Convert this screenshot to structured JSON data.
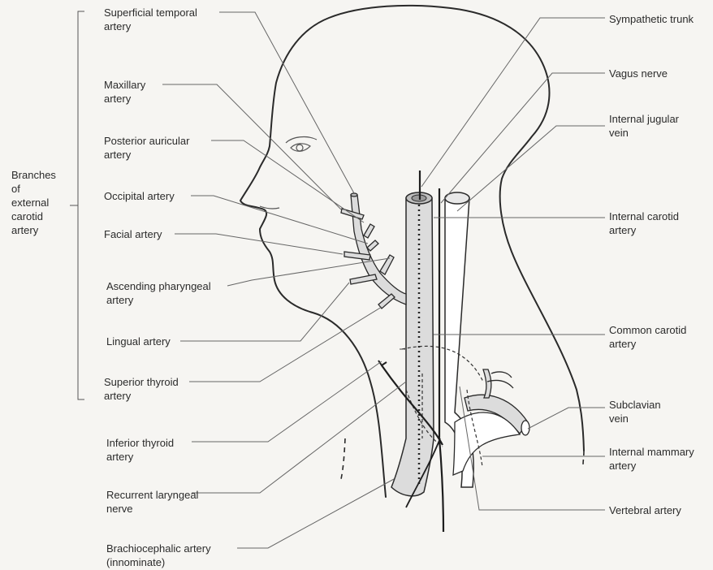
{
  "group_label": "Branches\nof\nexternal\ncarotid\nartery",
  "left_labels": [
    "Superficial temporal\nartery",
    "Maxillary\nartery",
    "Posterior auricular\nartery",
    "Occipital artery",
    "Facial artery",
    "Ascending pharyngeal\nartery",
    "Lingual artery",
    "Superior thyroid\nartery",
    "Inferior thyroid\nartery",
    "Recurrent laryngeal\nnerve",
    "Brachiocephalic artery\n(innominate)"
  ],
  "right_labels": [
    "Sympathetic trunk",
    "Vagus nerve",
    "Internal jugular\nvein",
    "Internal carotid\nartery",
    "Common carotid\nartery",
    "Subclavian\nvein",
    "Internal mammary\nartery",
    "Vertebral artery"
  ]
}
